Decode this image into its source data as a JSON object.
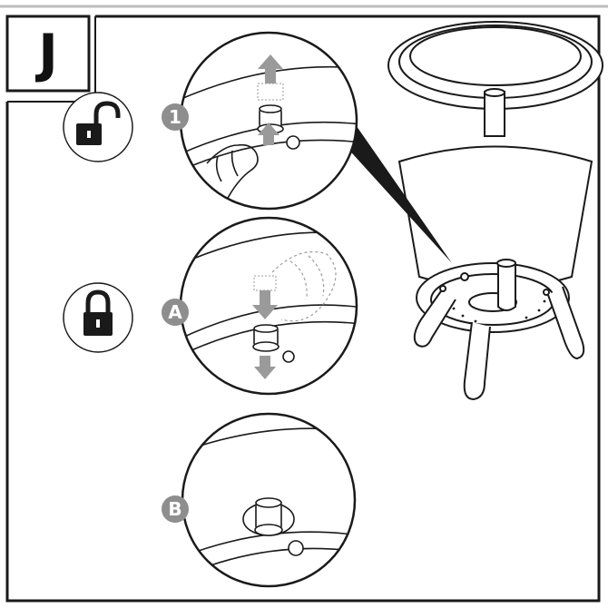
{
  "panel": {
    "letter": "J"
  },
  "steps": [
    {
      "marker": "1",
      "icon": "unlocked-padlock-icon"
    },
    {
      "marker": "A",
      "icon": "locked-padlock-icon"
    },
    {
      "marker": "B",
      "icon": ""
    }
  ],
  "colors": {
    "line": "#1a1a1a",
    "marker_fill": "#8e8e8e",
    "arrow_fill": "#9a9a9a",
    "top_rule": "#bdbdbd"
  }
}
